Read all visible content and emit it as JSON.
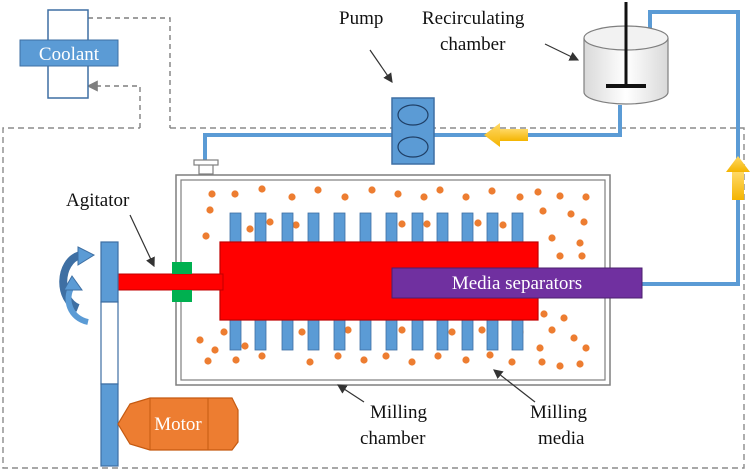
{
  "labels": {
    "coolant": "Coolant",
    "pump": "Pump",
    "recirculating_1": "Recirculating",
    "recirculating_2": "chamber",
    "agitator": "Agitator",
    "media_separators": "Media separators",
    "motor": "Motor",
    "milling_chamber_1": "Milling",
    "milling_chamber_2": "chamber",
    "milling_media_1": "Milling",
    "milling_media_2": "media"
  },
  "colors": {
    "blue": "#5B9BD5",
    "blue_dark": "#3E6FA3",
    "red": "#FF0000",
    "green": "#00B050",
    "purple": "#7030A0",
    "orange": "#ED7D31",
    "arrow_yellow": "#FFC000",
    "dashed": "#7F7F7F"
  }
}
